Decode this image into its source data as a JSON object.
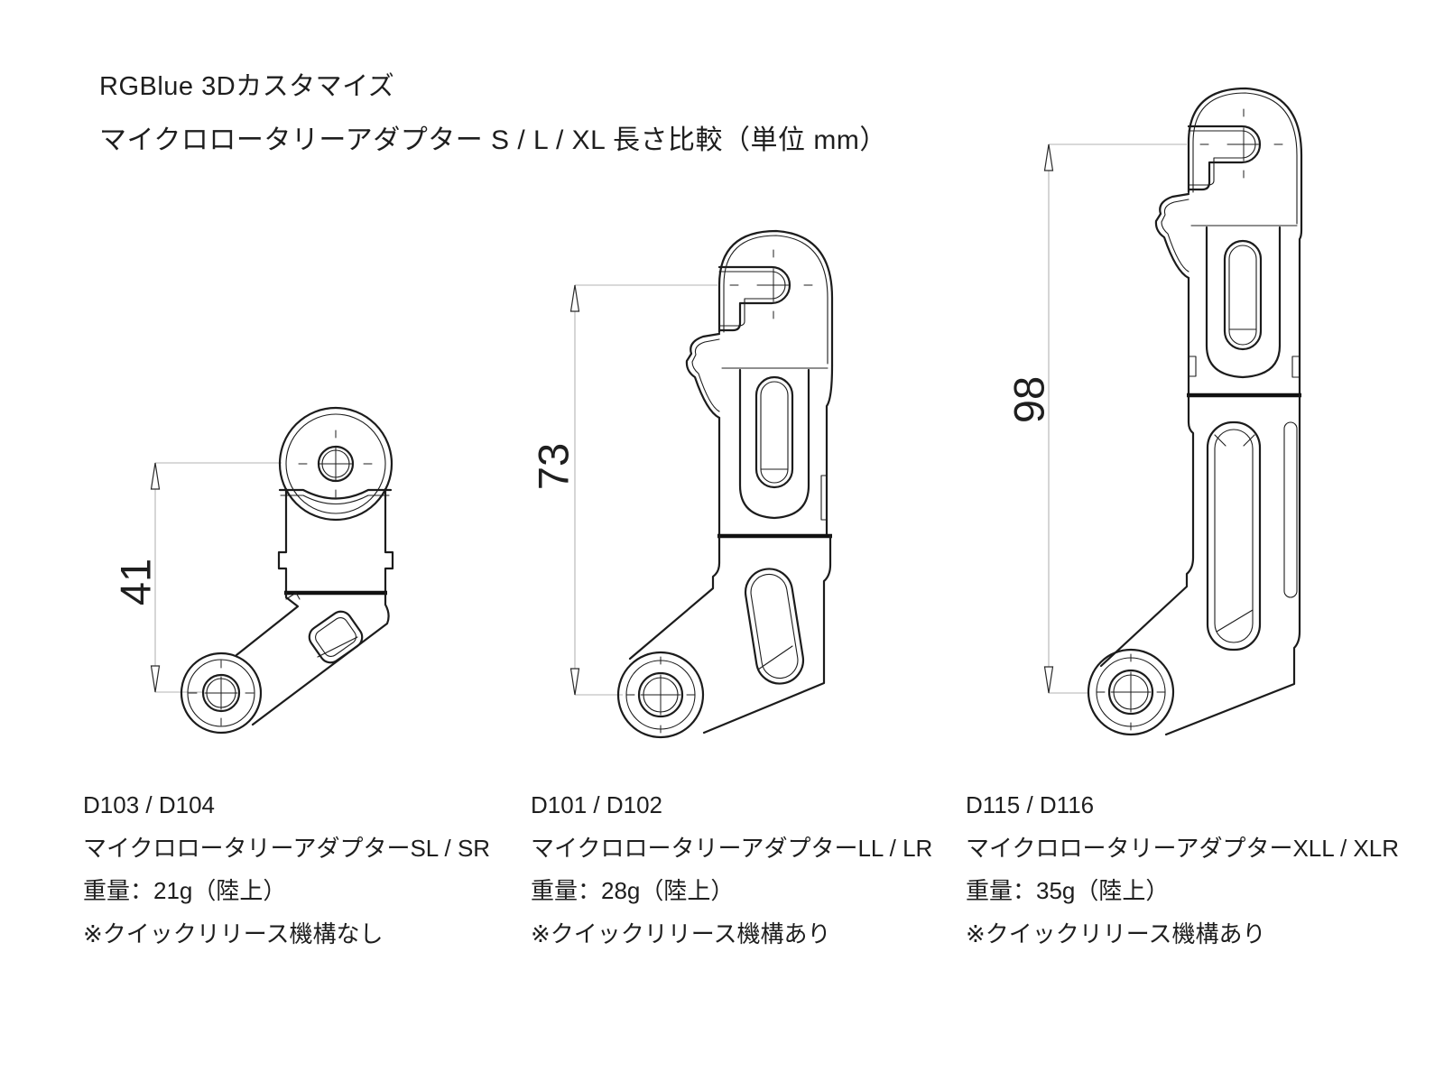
{
  "title": {
    "line1": "RGBlue 3Dカスタマイズ",
    "line2": "マイクロロータリーアダプター S / L / XL 長さ比較（単位 mm）"
  },
  "drawings": [
    {
      "size": "S",
      "dimension": "41"
    },
    {
      "size": "L",
      "dimension": "73"
    },
    {
      "size": "XL",
      "dimension": "98"
    }
  ],
  "products": [
    {
      "model": "D103 / D104",
      "name": "マイクロロータリーアダプターSL / SR",
      "weight": "重量：21g（陸上）",
      "note": "※クイックリリース機構なし"
    },
    {
      "model": "D101 / D102",
      "name": "マイクロロータリーアダプターLL / LR",
      "weight": "重量：28g（陸上）",
      "note": "※クイックリリース機構あり"
    },
    {
      "model": "D115 / D116",
      "name": "マイクロロータリーアダプターXLL / XLR",
      "weight": "重量：35g（陸上）",
      "note": "※クイックリリース機構あり"
    }
  ],
  "colors": {
    "background": "#ffffff",
    "line": "#1c1c1c",
    "text": "#1e1e1e",
    "dimension_line": "#b3b3b3"
  }
}
